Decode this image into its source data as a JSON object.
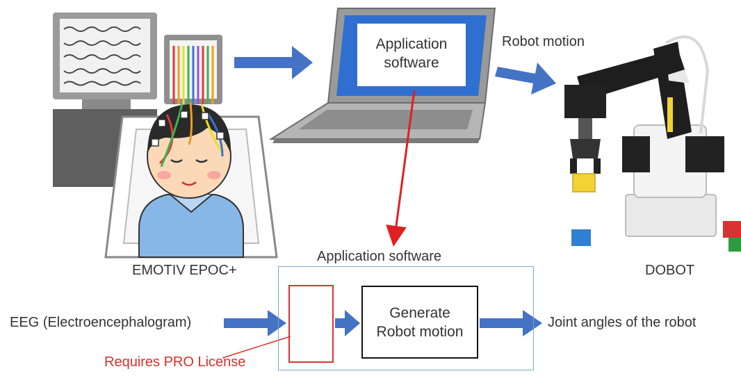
{
  "labels": {
    "screen_text": "Application\nsoftware",
    "robot_motion": "Robot motion",
    "headset": "EMOTIV EPOC+",
    "robot_name": "DOBOT",
    "app_box_title": "Application software",
    "generate_box": "Generate\nRobot motion",
    "input": "EEG (Electroencephalogram)",
    "output": "Joint angles of the robot",
    "license_note": "Requires PRO License"
  },
  "colors": {
    "arrow_blue": "#4472c4",
    "arrow_red": "#e02020",
    "screen_blue": "#2f6fd0",
    "box_border_blue": "#7fa6cf",
    "license_red": "#d9302c"
  },
  "icons": [
    "eeg-monitor-icon",
    "patient-illustration-icon",
    "laptop-icon",
    "robot-arm-icon",
    "block-cube-icon"
  ]
}
